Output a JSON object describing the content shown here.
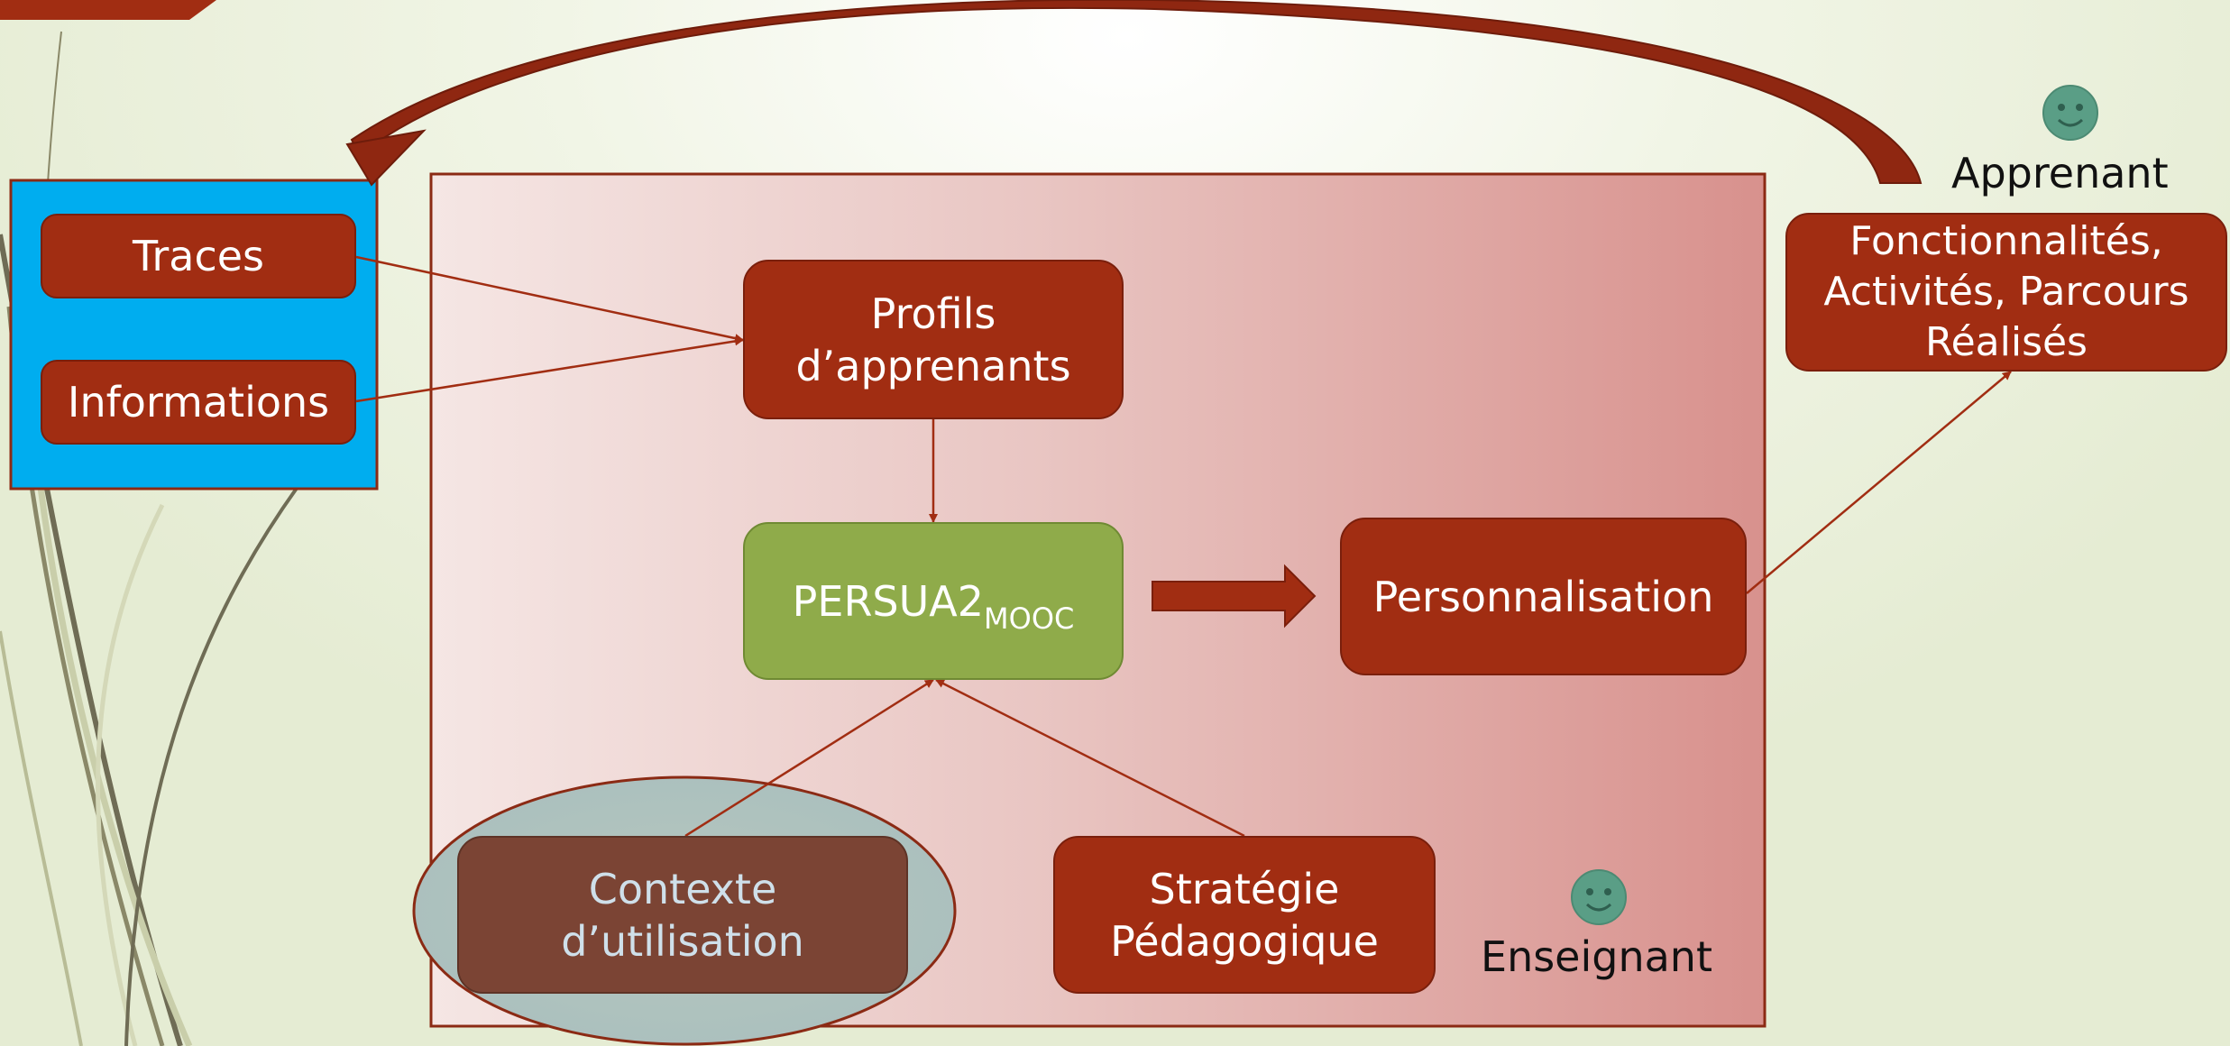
{
  "diagram": {
    "left_inputs": [
      "Traces",
      "Informations"
    ],
    "profiles_label": "Profils\nd’apprenants",
    "system_label": {
      "base": "PERSUA2",
      "subscript": "MOOC"
    },
    "personalisation_label": "Personnalisation",
    "context_label": "Contexte\nd’utilisation",
    "strategy_label": "Stratégie\nPédagogique",
    "teacher_label": "Enseignant",
    "learner_label": "Apprenant",
    "learner_output_label": "Fonctionnalités,\nActivités, Parcours\nRéalisés",
    "colors": {
      "accent_red": "#a12d12",
      "input_panel_blue": "#00adef",
      "system_green": "#8fab4a",
      "context_brown": "#7b4434",
      "smiley_teal": "#5a9e86"
    },
    "icons": [
      "smiley-face-icon",
      "arrow-icon"
    ]
  }
}
